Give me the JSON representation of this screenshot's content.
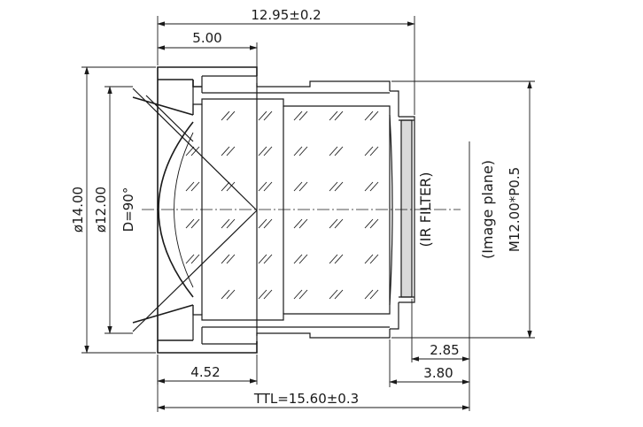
{
  "dimensions": {
    "overall_length": "12.95±0.2",
    "front_length": "5.00",
    "outer_diameter": "ø14.00",
    "inner_diameter": "ø12.00",
    "field_of_view": "D=90°",
    "flange_length": "4.52",
    "ttl": "TTL=15.60±0.3",
    "back_focal_1": "2.85",
    "back_focal_2": "3.80",
    "thread": "M12.00*P0.5"
  },
  "labels": {
    "ir_filter": "(IR FILTER)",
    "image_plane": "(Image plane)"
  }
}
